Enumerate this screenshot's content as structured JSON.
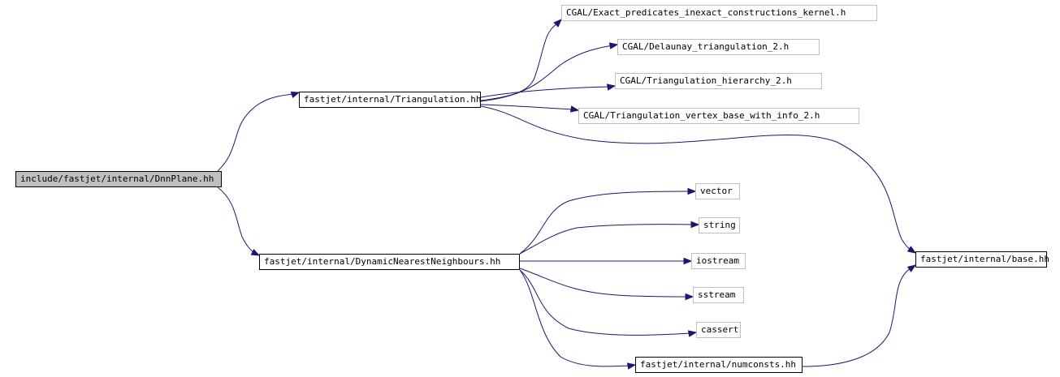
{
  "graph": {
    "colors": {
      "edge": "#191970",
      "root_fill": "#bfbfbf",
      "documented_border": "#000000",
      "external_border": "#bfbfbf"
    },
    "nodes": {
      "dnnplane": {
        "label": "include/fastjet/internal/DnnPlane.hh",
        "kind": "root"
      },
      "triangulation": {
        "label": "fastjet/internal/Triangulation.hh",
        "kind": "documented"
      },
      "dnn": {
        "label": "fastjet/internal/DynamicNearestNeighbours.hh",
        "kind": "documented"
      },
      "cgal_exact": {
        "label": "CGAL/Exact_predicates_inexact_constructions_kernel.h",
        "kind": "external"
      },
      "cgal_delaunay": {
        "label": "CGAL/Delaunay_triangulation_2.h",
        "kind": "external"
      },
      "cgal_hierarchy": {
        "label": "CGAL/Triangulation_hierarchy_2.h",
        "kind": "external"
      },
      "cgal_vertex": {
        "label": "CGAL/Triangulation_vertex_base_with_info_2.h",
        "kind": "external"
      },
      "base": {
        "label": "fastjet/internal/base.hh",
        "kind": "documented"
      },
      "vector": {
        "label": "vector",
        "kind": "external"
      },
      "string": {
        "label": "string",
        "kind": "external"
      },
      "iostream": {
        "label": "iostream",
        "kind": "external"
      },
      "sstream": {
        "label": "sstream",
        "kind": "external"
      },
      "cassert": {
        "label": "cassert",
        "kind": "external"
      },
      "numconsts": {
        "label": "fastjet/internal/numconsts.hh",
        "kind": "documented"
      }
    },
    "edges": [
      [
        "dnnplane",
        "triangulation"
      ],
      [
        "dnnplane",
        "dnn"
      ],
      [
        "triangulation",
        "cgal_exact"
      ],
      [
        "triangulation",
        "cgal_delaunay"
      ],
      [
        "triangulation",
        "cgal_hierarchy"
      ],
      [
        "triangulation",
        "cgal_vertex"
      ],
      [
        "triangulation",
        "base"
      ],
      [
        "dnn",
        "vector"
      ],
      [
        "dnn",
        "string"
      ],
      [
        "dnn",
        "iostream"
      ],
      [
        "dnn",
        "sstream"
      ],
      [
        "dnn",
        "cassert"
      ],
      [
        "dnn",
        "numconsts"
      ],
      [
        "numconsts",
        "base"
      ]
    ]
  }
}
